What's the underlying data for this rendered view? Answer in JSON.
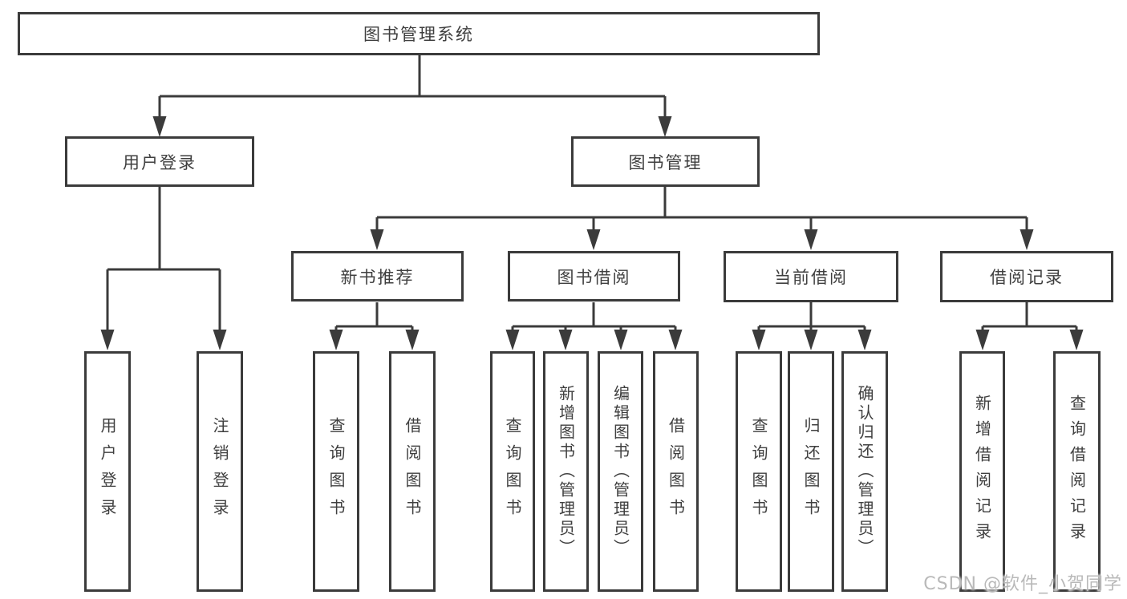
{
  "tree": {
    "root": {
      "label": "图书管理系统",
      "children": [
        {
          "label": "用户登录",
          "children": [
            {
              "label": "用户登录"
            },
            {
              "label": "注销登录"
            }
          ]
        },
        {
          "label": "图书管理",
          "children": [
            {
              "label": "新书推荐",
              "children": [
                {
                  "label": "查询图书"
                },
                {
                  "label": "借阅图书"
                }
              ]
            },
            {
              "label": "图书借阅",
              "children": [
                {
                  "label": "查询图书"
                },
                {
                  "label": "新增图书（管理员）"
                },
                {
                  "label": "编辑图书（管理员）"
                },
                {
                  "label": "借阅图书"
                }
              ]
            },
            {
              "label": "当前借阅",
              "children": [
                {
                  "label": "查询图书"
                },
                {
                  "label": "归还图书"
                },
                {
                  "label": "确认归还（管理员）"
                }
              ]
            },
            {
              "label": "借阅记录",
              "children": [
                {
                  "label": "新增借阅记录"
                },
                {
                  "label": "查询借阅记录"
                }
              ]
            }
          ]
        }
      ]
    }
  },
  "watermark": {
    "text": "CSDN @软件_小贺同学"
  },
  "colors": {
    "background": "#ffffff",
    "box_fill": "#ffffff",
    "box_border": "#3b3b3b",
    "line": "#3b3b3b",
    "text": "#3f3f3f",
    "watermark": "#b9b9b9"
  }
}
